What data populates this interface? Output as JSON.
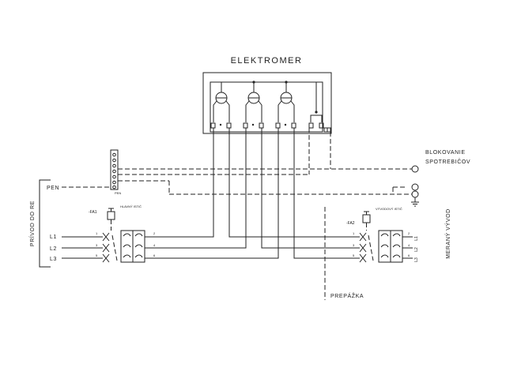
{
  "meter": {
    "title": "ELEKTROMER"
  },
  "supply": {
    "label": "PRÍVOD DO RE",
    "pen": "PEN",
    "phases": [
      "L1",
      "L2",
      "L3"
    ]
  },
  "terminal_block": {
    "label": "PEN"
  },
  "breaker_main": {
    "tag": "-FA1",
    "name": "HLAVNÝ ISTIČ",
    "in_numbers": [
      "1",
      "3",
      "5"
    ],
    "out_numbers": [
      "2",
      "4",
      "6"
    ]
  },
  "breaker_out": {
    "tag": "-FA2",
    "name": "VÝVODOVÝ ISTIČ",
    "in_numbers": [
      "1",
      "3",
      "5"
    ],
    "out_numbers": [
      "2",
      "4",
      "6"
    ]
  },
  "partition": {
    "label": "PREPÁŽKA"
  },
  "blocking": {
    "line1": "BLOKOVANIE",
    "line2": "SPOTREBIČOV"
  },
  "outlet": {
    "label": "MERANÝ VÝVOD",
    "phases": [
      "L1",
      "L2",
      "L3"
    ]
  }
}
